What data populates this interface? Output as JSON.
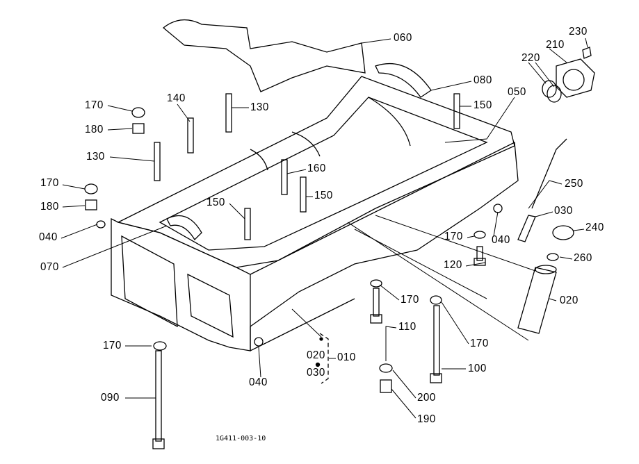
{
  "diagram_code": "1G411-003-10",
  "callouts": [
    "060",
    "230",
    "210",
    "220",
    "080",
    "050",
    "170",
    "140",
    "130",
    "150",
    "180",
    "130",
    "160",
    "250",
    "170",
    "150",
    "150",
    "180",
    "030",
    "040",
    "240",
    "170",
    "040",
    "260",
    "070",
    "120",
    "170",
    "020",
    "110",
    "170",
    "170",
    "020",
    "010",
    "030",
    "100",
    "040",
    "200",
    "090",
    "190"
  ]
}
